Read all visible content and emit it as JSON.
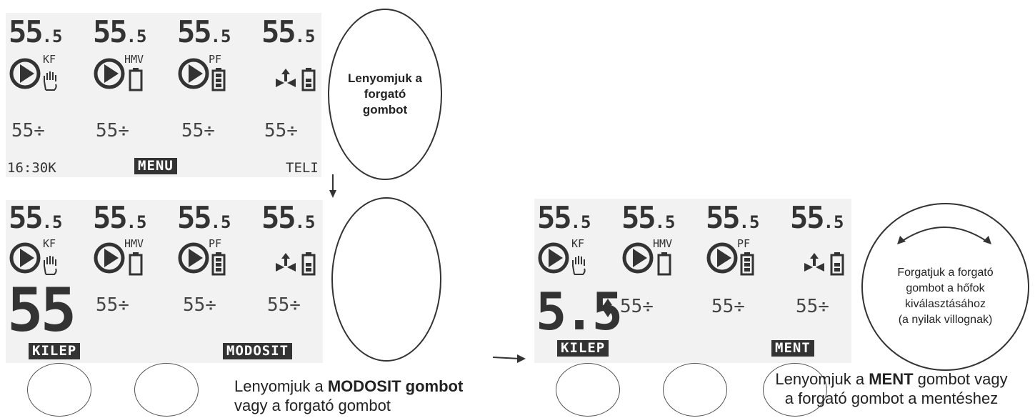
{
  "panel1": {
    "temps": [
      "55",
      "55",
      "55",
      "55"
    ],
    "temp_decimal": ".5",
    "labels": [
      "KF",
      "HMV",
      "PF"
    ],
    "setpoints": [
      "55÷",
      "55÷",
      "55÷",
      "55÷"
    ],
    "time": "16:30K",
    "menu_button": "MENU",
    "mode": "TELI"
  },
  "circle1": {
    "line1": "Lenyomjuk a forgató",
    "line2": "gombot"
  },
  "panel2": {
    "temps": [
      "55",
      "55",
      "55",
      "55"
    ],
    "temp_decimal": ".5",
    "labels": [
      "KF",
      "HMV",
      "PF"
    ],
    "big_setpoint": "55",
    "setpoints": [
      "55÷",
      "55÷",
      "55÷"
    ],
    "left_button": "KILEP",
    "right_button": "MODOSIT"
  },
  "caption2": {
    "pre": "Lenyomjuk a ",
    "bold": "MODOSIT",
    "post": " gombot",
    "line2": "vagy a forgató gombot"
  },
  "panel3": {
    "temps": [
      "55",
      "55",
      "55",
      "55"
    ],
    "temp_decimal": ".5",
    "labels": [
      "KF",
      "HMV",
      "PF"
    ],
    "big_setpoint": "5.5",
    "setpoints": [
      "55÷",
      "55÷",
      "55÷"
    ],
    "left_button": "KILEP",
    "right_button": "MENT"
  },
  "circle3": {
    "lines": [
      "Forgatjuk a forgató",
      "gombot a hőfok",
      "kiválasztásához",
      "(a nyilak villognak)"
    ]
  },
  "caption3": {
    "pre": "Lenyomjuk a ",
    "bold": "MENT",
    "post": " gombot vagy",
    "line2": "a forgató gombot a mentéshez"
  }
}
